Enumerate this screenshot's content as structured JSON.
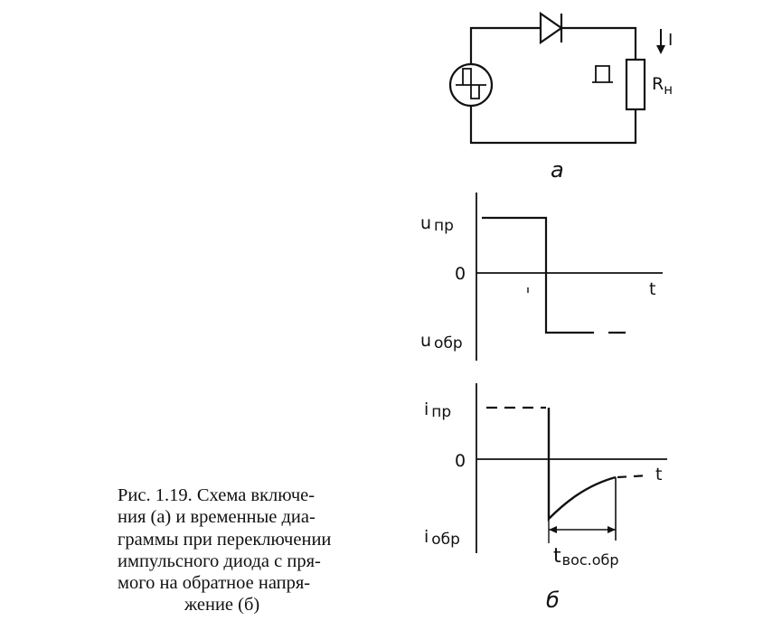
{
  "circuit": {
    "current_label": "I",
    "resistor_label": "R",
    "resistor_subscript": "н",
    "panel_letter": "а"
  },
  "voltage_diagram": {
    "upper_level_label": "u",
    "upper_level_sub": "пр",
    "zero_label": "0",
    "lower_level_label": "u",
    "lower_level_sub": "обр",
    "time_axis_label": "t"
  },
  "current_diagram": {
    "upper_level_label": "i",
    "upper_level_sub": "пр",
    "zero_label": "0",
    "lower_level_label": "i",
    "lower_level_sub": "обр",
    "time_axis_label": "t",
    "recovery_label": "t",
    "recovery_sub": "вос.обр",
    "panel_letter": "б"
  },
  "caption": {
    "lines": [
      "Рис. 1.19. Схема включе-",
      "ния (а) и временные диа-",
      "граммы при переключении",
      "импульсного диода с пря-",
      "мого на обратное напря-",
      "жение (б)"
    ]
  }
}
